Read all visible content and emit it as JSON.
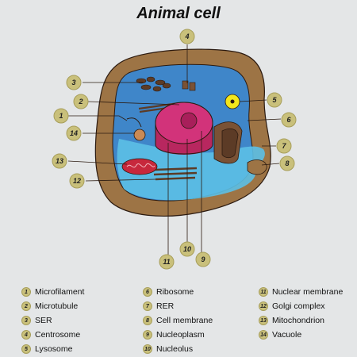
{
  "title": "Animal cell",
  "badges": [
    "1",
    "2",
    "3",
    "4",
    "5",
    "6",
    "7",
    "8",
    "9",
    "10",
    "11",
    "12",
    "13",
    "14"
  ],
  "legend": [
    {
      "num": "1",
      "label": "Microfilament"
    },
    {
      "num": "2",
      "label": "Microtubule"
    },
    {
      "num": "3",
      "label": "SER"
    },
    {
      "num": "4",
      "label": "Centrosome"
    },
    {
      "num": "5",
      "label": "Lysosome"
    },
    {
      "num": "6",
      "label": "Ribosome"
    },
    {
      "num": "7",
      "label": "RER"
    },
    {
      "num": "8",
      "label": "Cell membrane"
    },
    {
      "num": "9",
      "label": "Nucleoplasm"
    },
    {
      "num": "10",
      "label": "Nucleolus"
    },
    {
      "num": "11",
      "label": "Nuclear membrane"
    },
    {
      "num": "12",
      "label": "Golgi complex"
    },
    {
      "num": "13",
      "label": "Mitochondrion"
    },
    {
      "num": "14",
      "label": "Vacuole"
    }
  ],
  "colors": {
    "background": "#e4e6e7",
    "membrane": "#9d7445",
    "cytoplasm": "#3f86c9",
    "vacuole_area": "#5cc0e6",
    "nucleus": "#d2337a",
    "nucleolus": "#a81f5a",
    "golgi": "#7a5235",
    "mitochondrion": "#c7283c",
    "lysosome": "#f3e61b",
    "badge": "#c9c07b"
  }
}
